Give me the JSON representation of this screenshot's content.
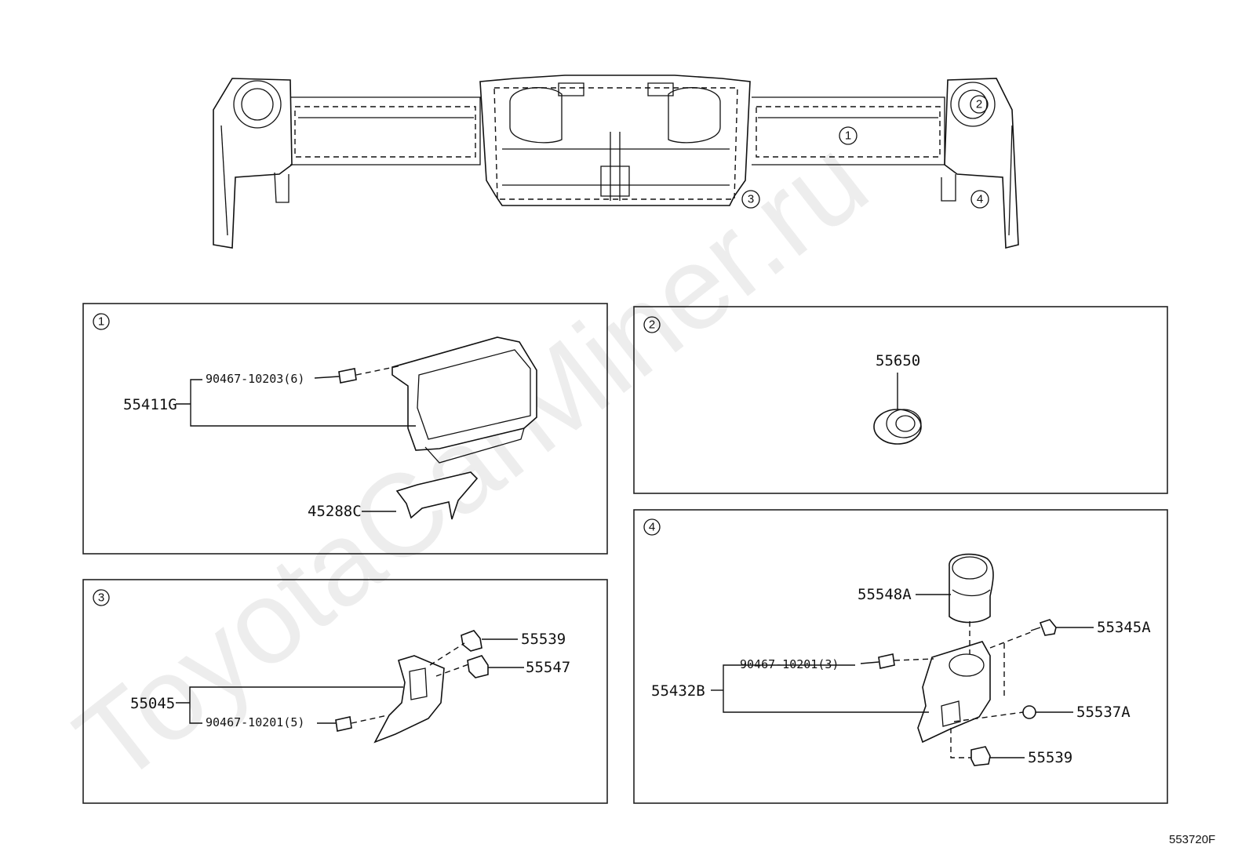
{
  "panels": [
    {
      "id": "1",
      "callout": "1"
    },
    {
      "id": "2",
      "callout": "2"
    },
    {
      "id": "3",
      "callout": "3"
    },
    {
      "id": "4",
      "callout": "4"
    }
  ],
  "overview": {
    "callouts": [
      "1",
      "2",
      "3",
      "4"
    ]
  },
  "parts": {
    "p1_clip": "90467-10203(6)",
    "p1_main": "55411G",
    "p1_bracket": "45288C",
    "p2_vent": "55650",
    "p3_a": "55539",
    "p3_b": "55547",
    "p3_main": "55045",
    "p3_clip": "90467-10201(5)",
    "p4_cup": "55548A",
    "p4_screw": "55345A",
    "p4_clip": "90467-10201(3)",
    "p4_main": "55432B",
    "p4_plug": "55537A",
    "p4_cap": "55539"
  },
  "diagram_code": "553720F",
  "watermark": "ToyotaCarMiner.ru"
}
